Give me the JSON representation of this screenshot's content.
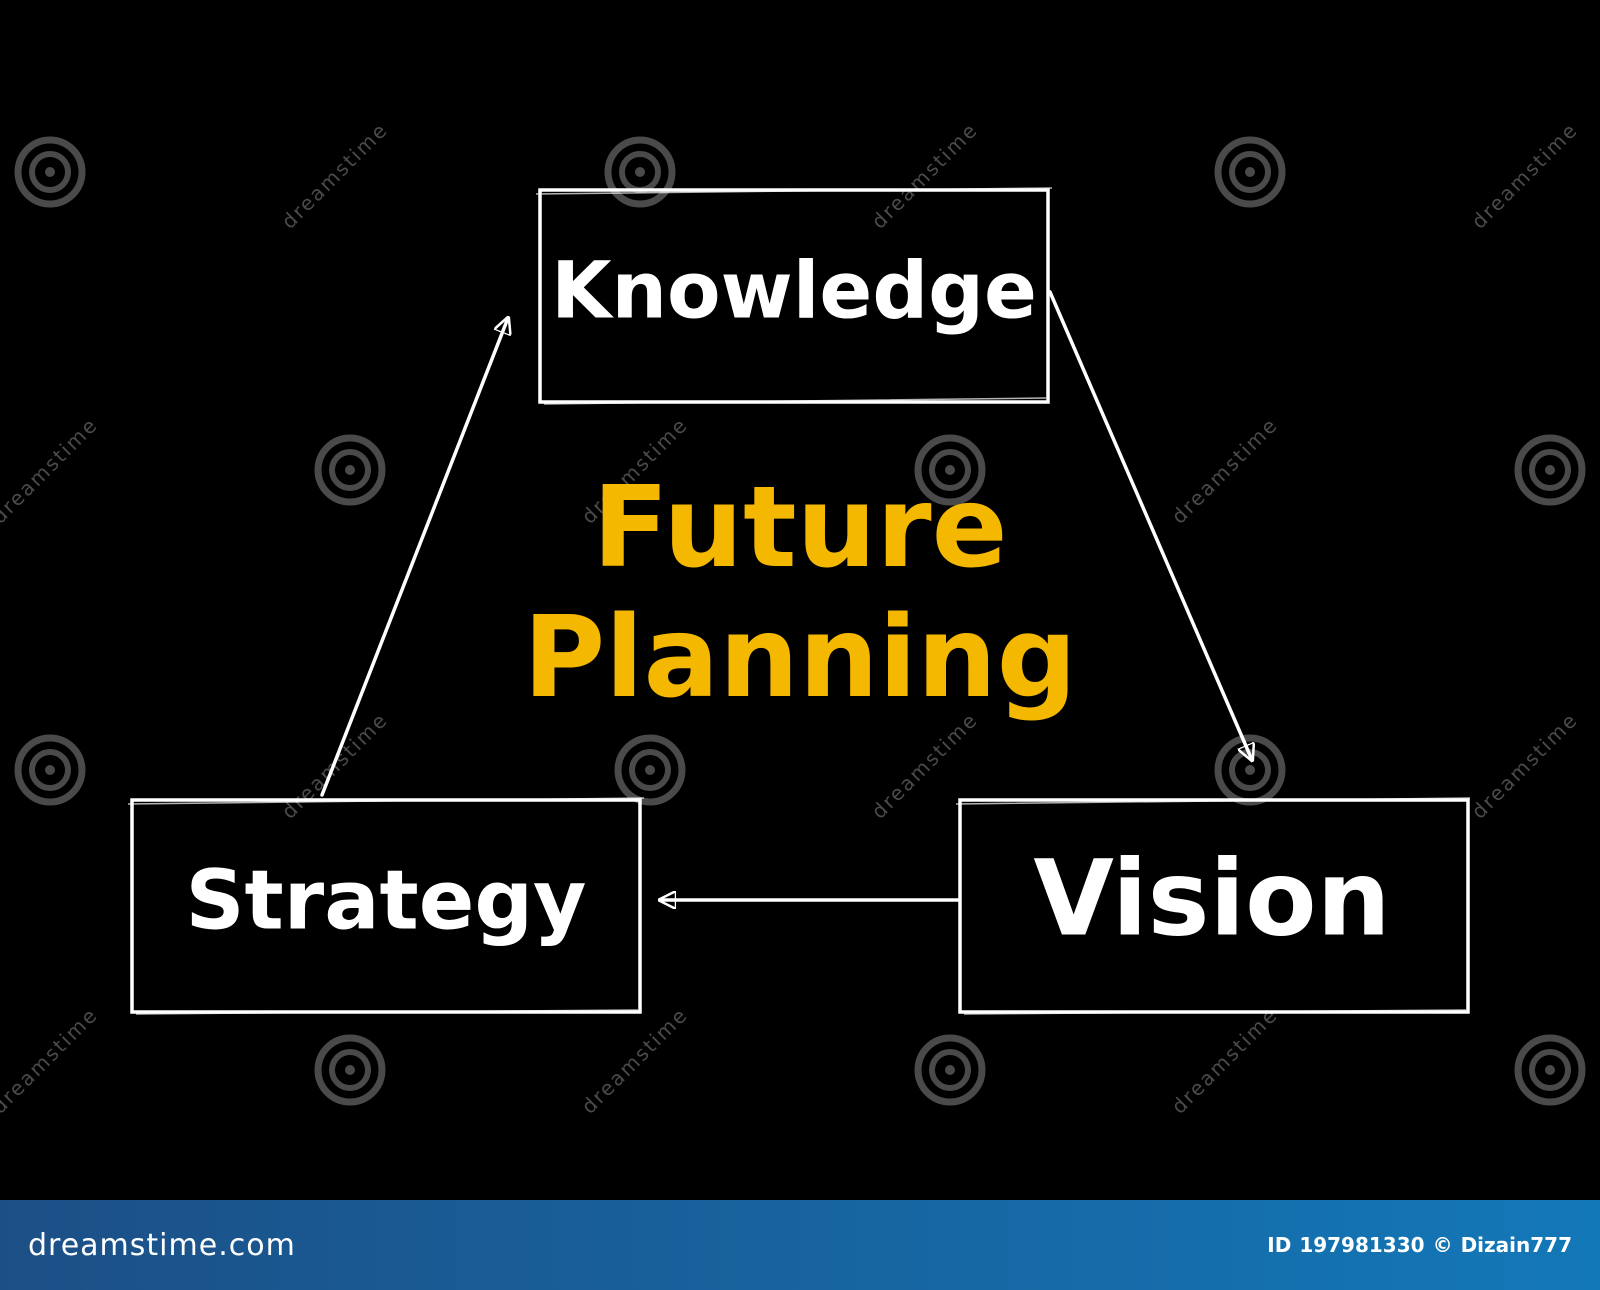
{
  "diagram": {
    "center_title": [
      "Future",
      "Planning"
    ],
    "nodes": [
      {
        "id": "knowledge",
        "label": "Knowledge"
      },
      {
        "id": "vision",
        "label": "Vision"
      },
      {
        "id": "strategy",
        "label": "Strategy"
      }
    ],
    "edges": [
      {
        "from": "knowledge",
        "to": "vision"
      },
      {
        "from": "vision",
        "to": "strategy"
      },
      {
        "from": "strategy",
        "to": "knowledge"
      }
    ]
  },
  "colors": {
    "background": "#000000",
    "box_stroke": "#ffffff",
    "label_text": "#ffffff",
    "title_text": "#f5b800",
    "arrow": "#ffffff",
    "watermark": "#4a4a4a",
    "footer_gradient_start": "#1c4f86",
    "footer_gradient_end": "#1378b8"
  },
  "watermark": {
    "text": "dreamstime",
    "icon": "spiral-logo-icon"
  },
  "footer": {
    "brand": "dreamstime.com",
    "id_label": "ID",
    "id_value": "197981330",
    "copyright_symbol": "©",
    "author": "Dizain777"
  }
}
